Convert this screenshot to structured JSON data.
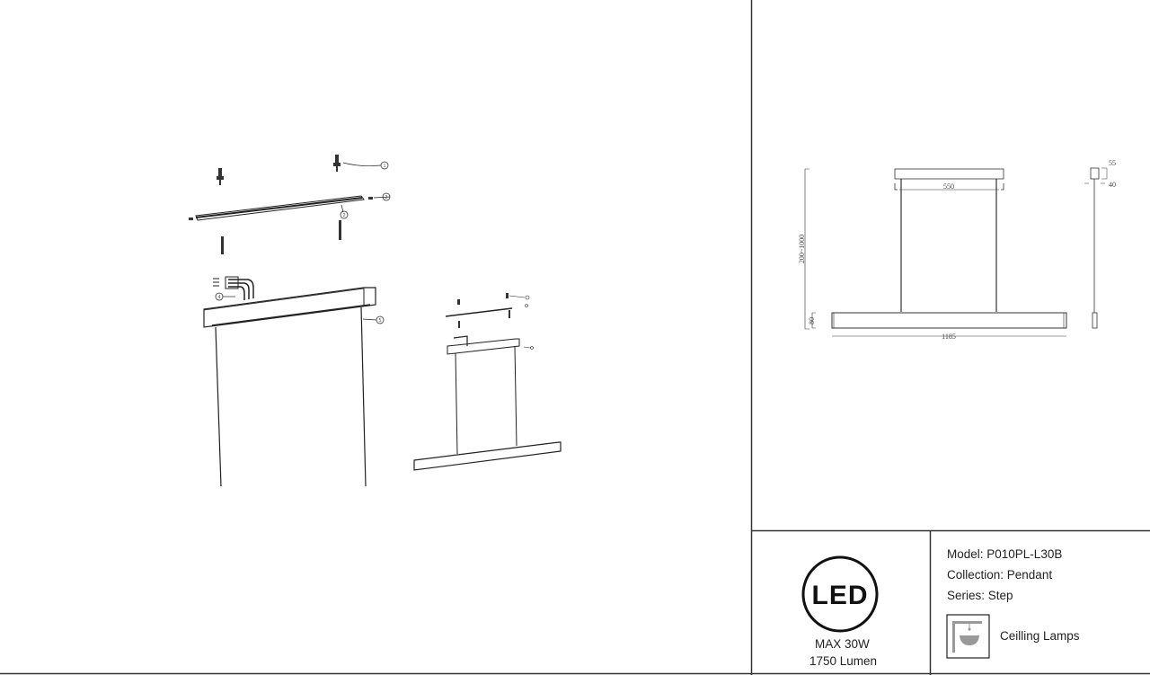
{
  "drawing": {
    "callouts": [
      "1",
      "2",
      "3",
      "4",
      "5"
    ],
    "dimensions": {
      "canopy_spacing": "550",
      "drop_height": "200~1000",
      "body_height": "80",
      "body_length": "1185",
      "side_height": "55",
      "side_width": "40"
    }
  },
  "spec": {
    "led_logo": "LED",
    "max_power": "MAX 30W",
    "lumen": "1750 Lumen",
    "model": "Model: P010PL-L30B",
    "collection": "Collection: Pendant",
    "series": "Series: Step",
    "category_icon": "ceiling-lamp-icon",
    "category": "Ceilling Lamps"
  }
}
